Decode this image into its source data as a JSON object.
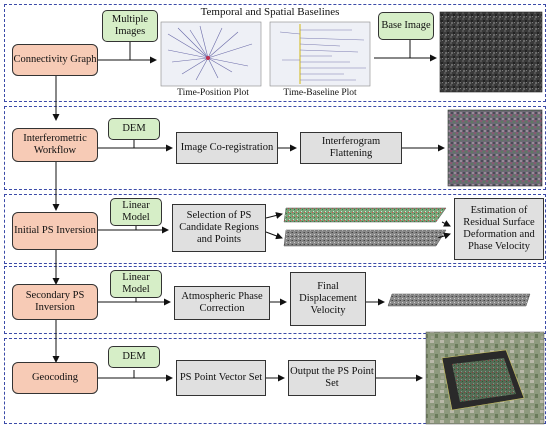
{
  "connectivity": {
    "title": "Temporal and Spatial Baselines",
    "graph": "Connectivity Graph",
    "multiple_images": "Multiple Images",
    "time_position_plot": "Time-Position Plot",
    "time_baseline_plot": "Time-Baseline Plot",
    "base_image": "Base Image"
  },
  "interferometric": {
    "workflow": "Interferometric Workflow",
    "dem": "DEM",
    "coregistration": "Image Co-registration",
    "flattening": "Interferogram Flattening"
  },
  "initial_ps": {
    "inversion": "Initial PS Inversion",
    "linear_model": "Linear Model",
    "selection": "Selection of PS Candidate Regions and Points",
    "estimation": "Estimation of Residual Surface Deformation and Phase Velocity"
  },
  "secondary_ps": {
    "inversion": "Secondary PS Inversion",
    "linear_model": "Linear Model",
    "atmospheric": "Atmospheric Phase Correction",
    "displacement": "Final Displacement Velocity"
  },
  "geocoding": {
    "geocoding": "Geocoding",
    "dem": "DEM",
    "vector_set": "PS Point Vector Set",
    "output": "Output the PS Point Set"
  },
  "colors": {
    "panel_border": "#3b4aa8",
    "process_fill": "#f7cbb6",
    "input_fill": "#d6eec7",
    "step_fill": "#e0e0e0"
  }
}
